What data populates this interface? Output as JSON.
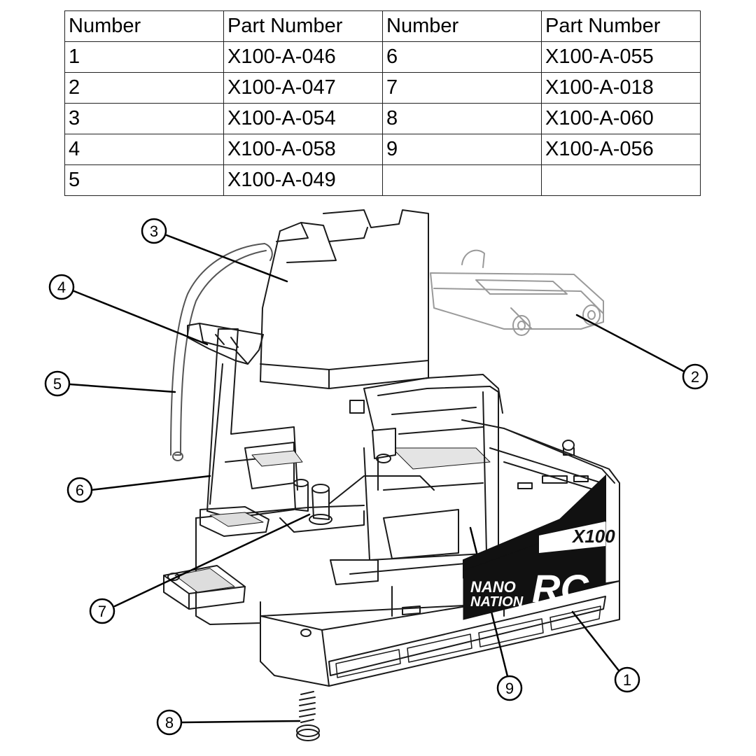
{
  "table": {
    "headers": [
      "Number",
      "Part Number",
      "Number",
      "Part Number"
    ],
    "rows": [
      [
        "1",
        "X100-A-046",
        "6",
        "X100-A-055"
      ],
      [
        "2",
        "X100-A-047",
        "7",
        "X100-A-018"
      ],
      [
        "3",
        "X100-A-054",
        "8",
        "X100-A-060"
      ],
      [
        "4",
        "X100-A-058",
        "9",
        "X100-A-056"
      ],
      [
        "5",
        "X100-A-049",
        "",
        ""
      ]
    ]
  },
  "diagram": {
    "callouts": [
      "1",
      "2",
      "3",
      "4",
      "5",
      "6",
      "7",
      "8",
      "9"
    ],
    "logo": {
      "model": "X100",
      "word1": "NANO",
      "word2": "NATION",
      "mark": "RC"
    }
  }
}
